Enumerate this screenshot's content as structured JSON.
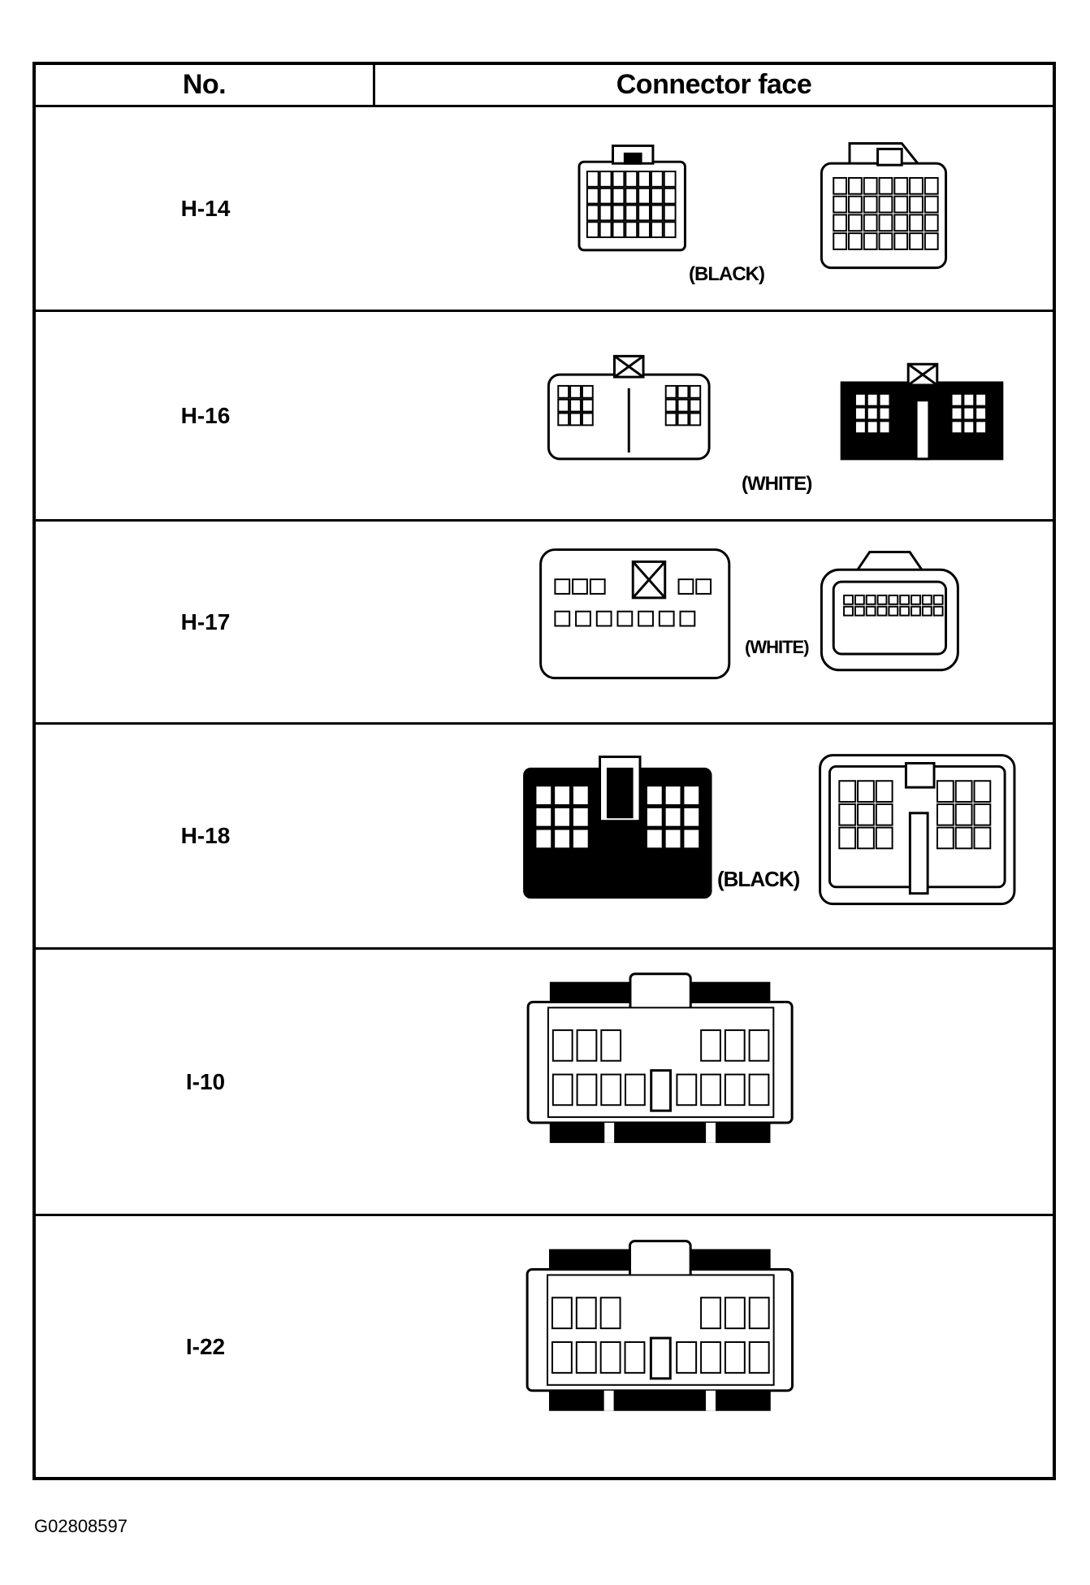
{
  "header": {
    "no": "No.",
    "face": "Connector face"
  },
  "rows": [
    {
      "no": "H-14",
      "color": "(BLACK)"
    },
    {
      "no": "H-16",
      "color": "(WHITE)"
    },
    {
      "no": "H-17",
      "color": "(WHITE)"
    },
    {
      "no": "H-18",
      "color": "(BLACK)"
    },
    {
      "no": "I-10",
      "color": ""
    },
    {
      "no": "I-22",
      "color": ""
    }
  ],
  "footer": {
    "code": "G02808597"
  }
}
